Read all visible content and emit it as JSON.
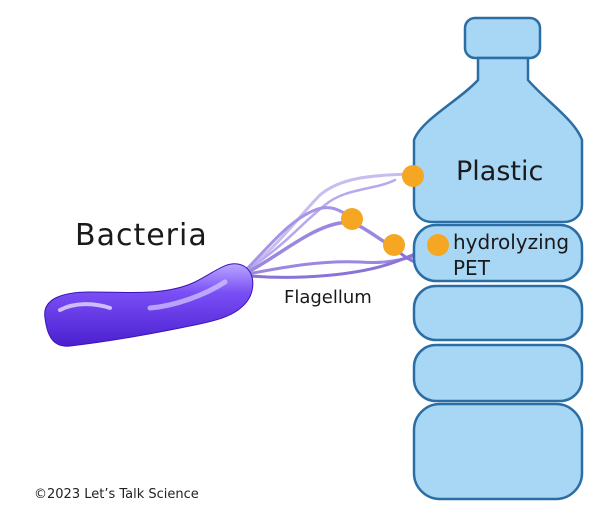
{
  "diagram": {
    "labels": {
      "bacteria": "Bacteria",
      "flagellum": "Flagellum",
      "plastic": "Plastic",
      "hydrolyzing_line1": "hydrolyzing",
      "hydrolyzing_line2": "PET"
    },
    "credit": "©2023 Let’s Talk Science",
    "colors": {
      "bottle_fill": "#a8d6f5",
      "bottle_outline": "#2b6ea3",
      "bacterium_fill": "#6a3cf0",
      "flagella": "#9b86e0",
      "enzyme_dots": "#f5a623"
    }
  }
}
